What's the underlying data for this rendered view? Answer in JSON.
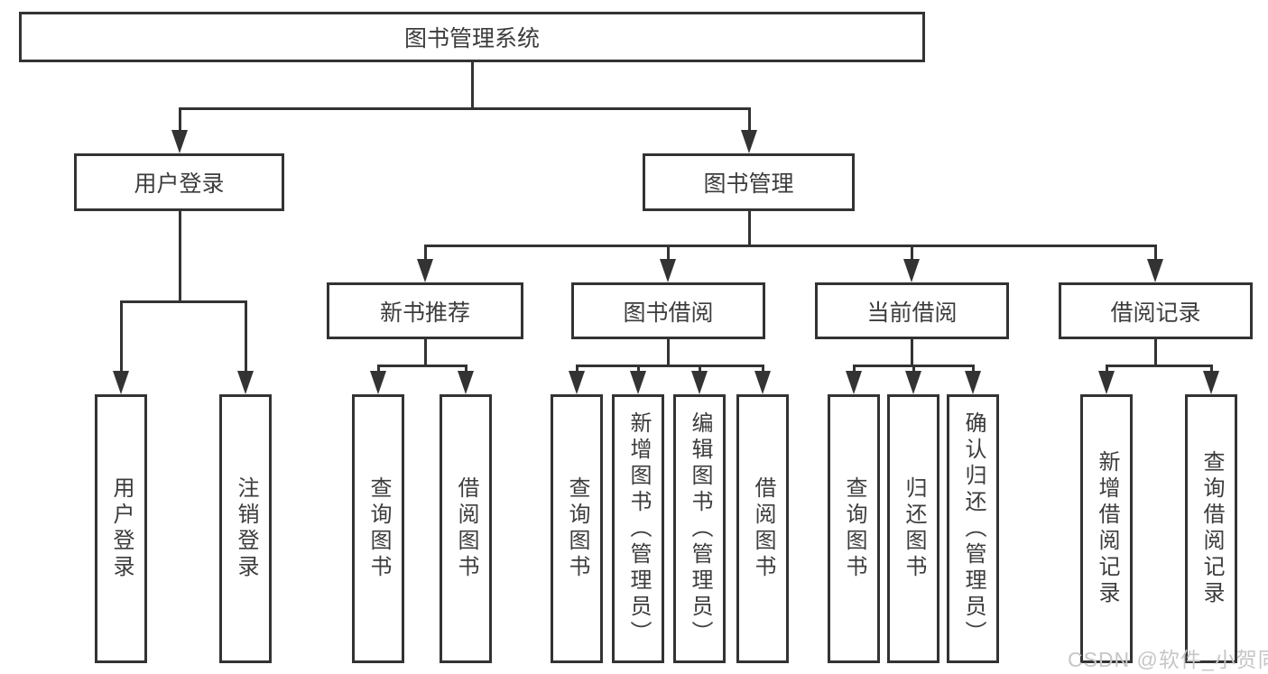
{
  "nodes": {
    "root": "图书管理系统",
    "level2": [
      "用户登录",
      "图书管理"
    ],
    "level3": [
      "新书推荐",
      "图书借阅",
      "当前借阅",
      "借阅记录"
    ],
    "leaves_user_login": [
      "用户登录",
      "注销登录"
    ],
    "leaves_new_book": [
      "查询图书",
      "借阅图书"
    ],
    "leaves_book_borrow": [
      "查询图书",
      "新增图书（管理员）",
      "编辑图书（管理员）",
      "借阅图书"
    ],
    "leaves_current_borrow": [
      "查询图书",
      "归还图书",
      "确认归还（管理员）"
    ],
    "leaves_borrow_records": [
      "新增借阅记录",
      "查询借阅记录"
    ]
  },
  "watermark": "CSDN @软件_小贺同学",
  "colors": {
    "line": "#333333",
    "text": "#3c3c3c",
    "background": "#ffffff",
    "watermark": "#c6c6c6"
  }
}
